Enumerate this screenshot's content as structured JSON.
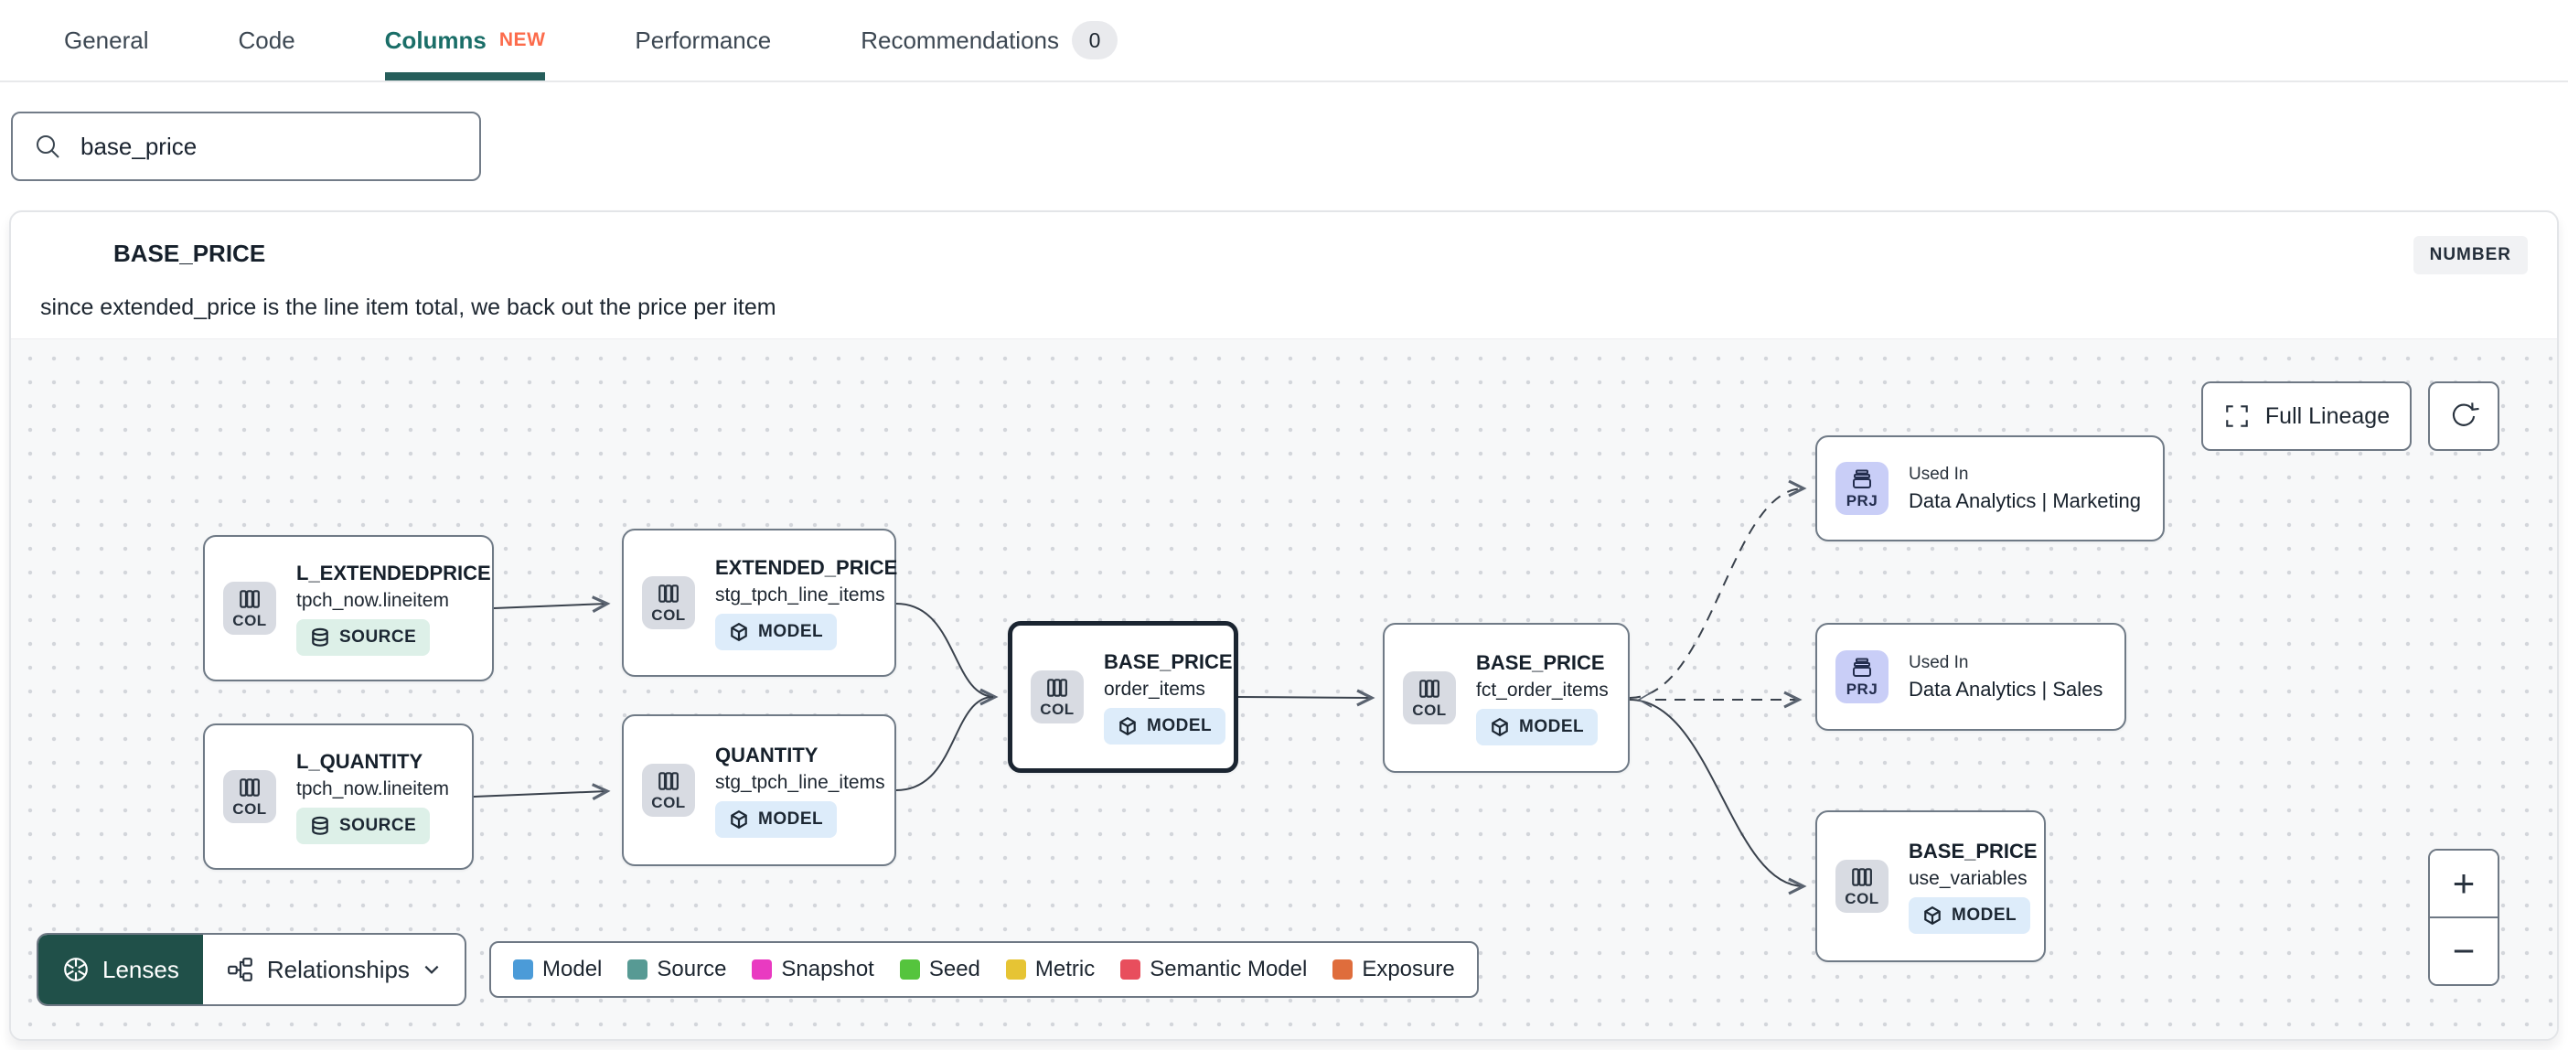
{
  "tabs": {
    "items": [
      {
        "label": "General"
      },
      {
        "label": "Code"
      },
      {
        "label": "Columns",
        "badge": "NEW"
      },
      {
        "label": "Performance"
      },
      {
        "label": "Recommendations",
        "count": "0"
      }
    ]
  },
  "search": {
    "value": "base_price"
  },
  "column": {
    "name": "BASE_PRICE",
    "type": "NUMBER",
    "description": "since extended_price is the line item total, we back out the price per item"
  },
  "lineage": {
    "full_lineage_label": "Full Lineage",
    "zoom_in": "+",
    "zoom_out": "−",
    "lenses_label": "Lenses",
    "relationships_label": "Relationships",
    "legend": [
      {
        "label": "Model",
        "color": "#4b9bd8"
      },
      {
        "label": "Source",
        "color": "#579a94"
      },
      {
        "label": "Snapshot",
        "color": "#e93ac1"
      },
      {
        "label": "Seed",
        "color": "#55c43d"
      },
      {
        "label": "Metric",
        "color": "#e6c434"
      },
      {
        "label": "Semantic Model",
        "color": "#e84e5d"
      },
      {
        "label": "Exposure",
        "color": "#df6d3c"
      }
    ],
    "nodes": [
      {
        "chip": "COL",
        "title": "L_EXTENDEDPRICE",
        "subtitle": "tpch_now.lineitem",
        "badge": "SOURCE"
      },
      {
        "chip": "COL",
        "title": "L_QUANTITY",
        "subtitle": "tpch_now.lineitem",
        "badge": "SOURCE"
      },
      {
        "chip": "COL",
        "title": "EXTENDED_PRICE",
        "subtitle": "stg_tpch_line_items",
        "badge": "MODEL"
      },
      {
        "chip": "COL",
        "title": "QUANTITY",
        "subtitle": "stg_tpch_line_items",
        "badge": "MODEL"
      },
      {
        "chip": "COL",
        "title": "BASE_PRICE",
        "subtitle": "order_items",
        "badge": "MODEL"
      },
      {
        "chip": "COL",
        "title": "BASE_PRICE",
        "subtitle": "fct_order_items",
        "badge": "MODEL"
      },
      {
        "chip": "PRJ",
        "title": "Used In",
        "subtitle": "Data Analytics | Marketing"
      },
      {
        "chip": "PRJ",
        "title": "Used In",
        "subtitle": "Data Analytics | Sales"
      },
      {
        "chip": "COL",
        "title": "BASE_PRICE",
        "subtitle": "use_variables",
        "badge": "MODEL"
      }
    ]
  }
}
